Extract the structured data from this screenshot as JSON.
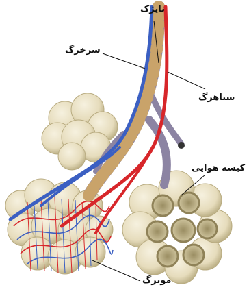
{
  "labels": {
    "bronchiole": "نایژک",
    "artery": "سرخرگ",
    "vein": "سیاهرگ",
    "alveolus": "کیسه هوایی",
    "capillary": "مویرگ"
  },
  "colors": {
    "alveolus_fill": "#e8e1c6",
    "alveolus_shadow": "#bfb38a",
    "bronchiole": "#8c84a3",
    "bronchiole_ring": "#c9a36a",
    "artery_red": "#d7262a",
    "vein_blue": "#3b5fc2",
    "leader_line": "#111111"
  }
}
